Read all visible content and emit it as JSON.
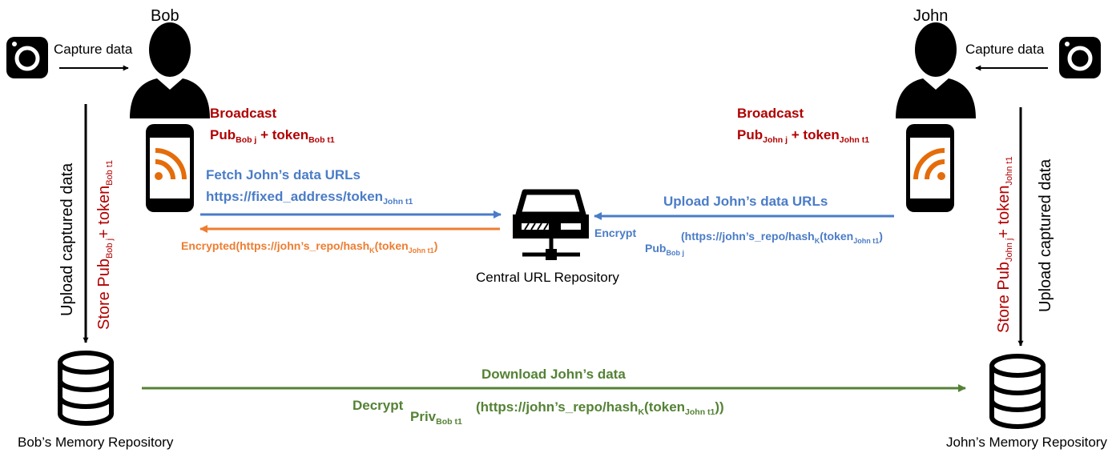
{
  "people": {
    "bob": {
      "name": "Bob"
    },
    "john": {
      "name": "John"
    }
  },
  "capture": {
    "left": "Capture data",
    "right": "Capture data"
  },
  "bob_side": {
    "broadcast": "Broadcast",
    "pub": "Pub",
    "pub_sub": "Bob j",
    "plus_token": " + token",
    "token_sub": "Bob t1",
    "upload_captured": "Upload captured data",
    "store_pub": "Store Pub",
    "store_pub_sub": "Bob j",
    "store_plus_token": "+ token",
    "store_token_sub": "Bob t1",
    "repository": "Bob’s Memory Repository"
  },
  "john_side": {
    "broadcast": "Broadcast",
    "pub": "Pub",
    "pub_sub": "John j",
    "plus_token": " + token",
    "token_sub": "John t1",
    "upload_captured": "Upload captured data",
    "store_pub": "Store Pub",
    "store_pub_sub": "John j",
    "store_plus_token": "+ token",
    "store_token_sub": "John t1",
    "repository": "John’s Memory Repository"
  },
  "fetch": {
    "line1": "Fetch John’s data URLs",
    "url": "https://fixed_address/token",
    "url_sub": "John t1"
  },
  "encrypted_reply": {
    "prefix": "Encrypted(https://john’s_repo/hash",
    "k_sub": "K",
    "mid": "(token",
    "token_sub": "John t1",
    "suffix": ")"
  },
  "upload_urls": {
    "label": "Upload John’s data URLs"
  },
  "encrypt_pub": {
    "encrypt": "Encrypt",
    "pub": "Pub",
    "pub_sub": "Bob j",
    "prefix": "(https://john’s_repo/hash",
    "k_sub": "K",
    "mid": "(token",
    "token_sub": "John t1",
    "suffix": ")"
  },
  "central": {
    "label": "Central URL Repository"
  },
  "download": {
    "label": "Download John’s data",
    "decrypt": "Decrypt",
    "priv": "Priv",
    "priv_sub": "Bob t1",
    "prefix": "(https://john’s_repo/hash",
    "k_sub": "K",
    "mid": "(token",
    "token_sub": "John t1",
    "suffix": "))"
  },
  "colors": {
    "red": "#b20000",
    "blue": "#4a7cc7",
    "orange": "#ee7d31",
    "green": "#548235",
    "wifi": "#e46c0a"
  }
}
